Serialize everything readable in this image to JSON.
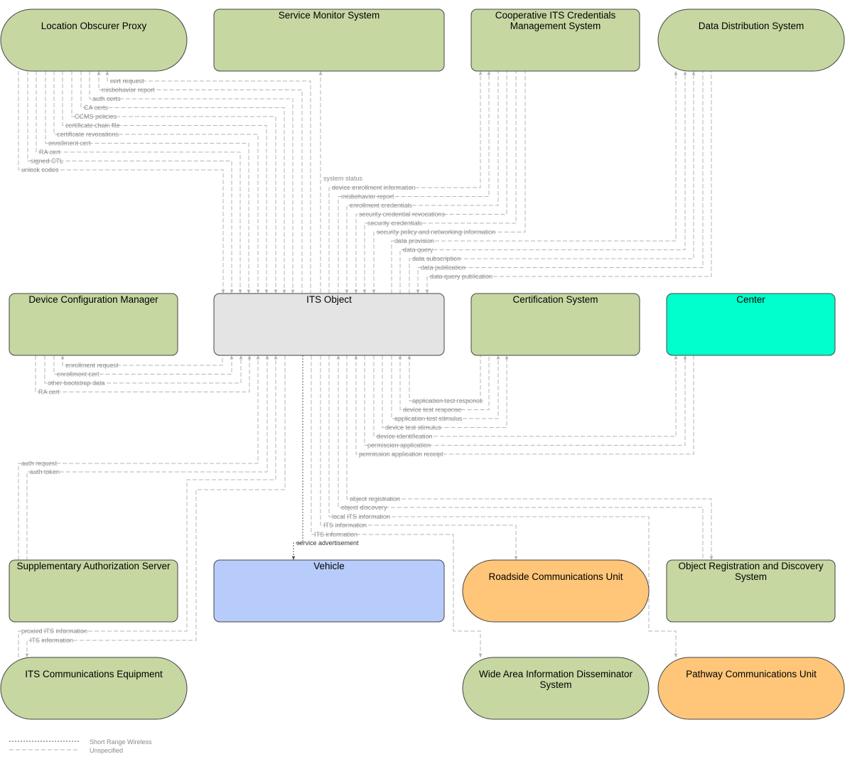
{
  "colors": {
    "node_green": "#c6d7a2",
    "node_gray": "#e4e4e4",
    "node_cyan": "#00ffcc",
    "node_blue": "#b7ccfb",
    "node_orange": "#ffc679",
    "line_unspecified": "#b4b4b4",
    "line_short_range_wireless": "#555555"
  },
  "nodes": {
    "location_obscurer_proxy": "Location Obscurer Proxy",
    "service_monitor_system": "Service Monitor System",
    "cooperative_its_credentials_management_system": [
      "Cooperative ITS Credentials",
      "Management System"
    ],
    "data_distribution_system": "Data Distribution System",
    "device_configuration_manager": "Device Configuration Manager",
    "its_object": "ITS Object",
    "certification_system": "Certification System",
    "center": "Center",
    "supplementary_authorization_server": "Supplementary Authorization Server",
    "vehicle": "Vehicle",
    "roadside_communications_unit": "Roadside Communications Unit",
    "object_registration_and_discovery_system": [
      "Object Registration and Discovery",
      "System"
    ],
    "its_communications_equipment": "ITS Communications Equipment",
    "wide_area_information_disseminator_system": [
      "Wide Area Information Disseminator",
      "System"
    ],
    "pathway_communications_unit": "Pathway Communications Unit"
  },
  "flows": {
    "location_obscurer_proxy": [
      "cert request",
      "misbehavior report",
      "auth certs",
      "CA certs",
      "CCMS policies",
      "certificate chain file",
      "certificate revocations",
      "enrollment cert",
      "RA cert",
      "signed CTL",
      "unlock codes"
    ],
    "service_monitor_system": [
      "system status"
    ],
    "cooperative_its_credentials_management_system": [
      "device enrollment information",
      "misbehavior report",
      "enrollment credentials",
      "security credential revocations",
      "security credentials",
      "security policy and networking information"
    ],
    "data_distribution_system": [
      "data provision",
      "data query",
      "data subscription",
      "data publication",
      "data query publication"
    ],
    "device_configuration_manager": [
      "enrollment request",
      "enrollment cert",
      "other bootstrap data",
      "RA cert"
    ],
    "certification_system": [
      "application test response",
      "device test response",
      "application test stimulus",
      "device test stimulus"
    ],
    "center": [
      "device identification",
      "permission application",
      "permission application receipt"
    ],
    "supplementary_authorization_server": [
      "auth request",
      "auth token"
    ],
    "object_registration_and_discovery_system": [
      "object registration",
      "object discovery"
    ],
    "pathway_communications_unit": [
      "local ITS information"
    ],
    "roadside_communications_unit": [
      "ITS information"
    ],
    "wide_area_information_disseminator_system": [
      "ITS information"
    ],
    "vehicle": [
      "service advertisement"
    ],
    "its_communications_equipment": [
      "proxied ITS information",
      "ITS information"
    ]
  },
  "legend": {
    "short_range_wireless": "Short Range Wireless",
    "unspecified": "Unspecified"
  }
}
